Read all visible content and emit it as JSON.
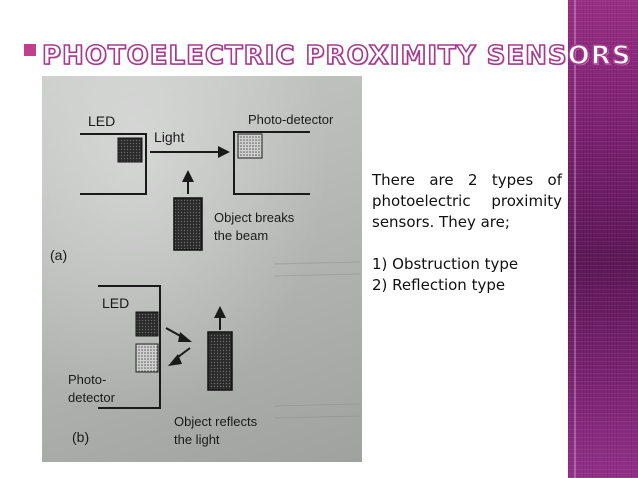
{
  "slide": {
    "title": "PHOTOELECTRIC PROXIMITY SENSORS",
    "intro": "There are 2 types of photoelectric proximity sensors. They are;",
    "types": [
      "1) Obstruction type",
      "2) Reflection type"
    ]
  },
  "figure": {
    "a": {
      "led_label": "LED",
      "light_label": "Light",
      "detector_label": "Photo-detector",
      "object_label_1": "Object breaks",
      "object_label_2": "the beam",
      "panel_label": "(a)"
    },
    "b": {
      "led_label": "LED",
      "detector_label_1": "Photo-",
      "detector_label_2": "detector",
      "object_label_1": "Object reflects",
      "object_label_2": "the light",
      "panel_label": "(b)"
    }
  },
  "colors": {
    "accent": "#a63a8e",
    "side_band": "#7a2070",
    "text": "#111111"
  }
}
